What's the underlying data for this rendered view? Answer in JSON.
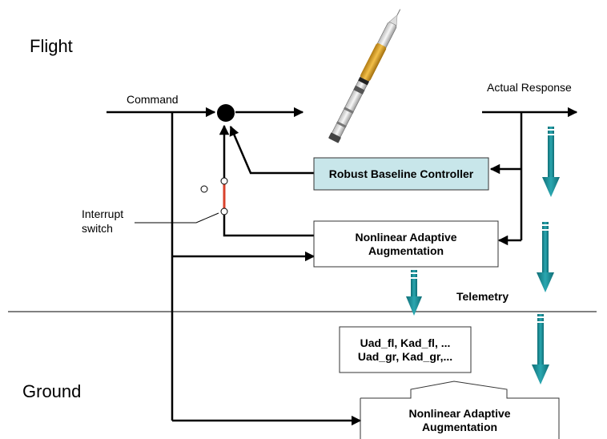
{
  "sections": {
    "flight": "Flight",
    "ground": "Ground"
  },
  "signals": {
    "command": "Command",
    "actual_response": "Actual Response",
    "telemetry": "Telemetry"
  },
  "switch": {
    "line1": "Interrupt",
    "line2": "switch"
  },
  "blocks": {
    "baseline": "Robust Baseline Controller",
    "adaptive_flight_line1": "Nonlinear Adaptive",
    "adaptive_flight_line2": "Augmentation",
    "params_line1": "Uad_fl, Kad_fl, ...",
    "params_line2": "Uad_gr, Kad_gr,...",
    "adaptive_ground_line1": "Nonlinear Adaptive",
    "adaptive_ground_line2": "Augmentation"
  },
  "colors": {
    "baseline_fill": "#c8e6ea",
    "teal_arrow": "#1a8d96",
    "switch_line": "#d9412b",
    "rocket_body": "#e3a82a"
  },
  "icons": {
    "vehicle": "rocket-icon"
  }
}
